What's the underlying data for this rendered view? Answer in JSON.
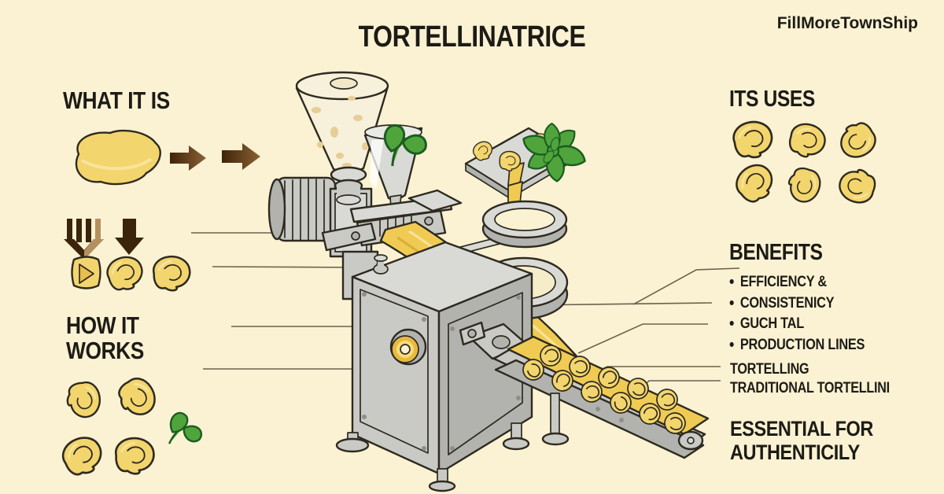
{
  "page": {
    "title": "TORTELLINATRICE",
    "watermark": "FillMoreTownShip"
  },
  "sections": {
    "what_it_is": {
      "heading": "WHAT IT IS"
    },
    "how_it_works": {
      "line1": "HOW IT",
      "line2": "WORKS"
    },
    "its_uses": {
      "heading": "ITS USES"
    },
    "benefits": {
      "heading": "BENEFITS",
      "items": [
        "EFFICIENCY &",
        "CONSISTENICY",
        "GUCH TAL",
        "PRODUCTION LINES"
      ]
    },
    "conveyor_label": {
      "line1": "TORTELLING",
      "line2": "TRADITIONAL TORTELLINI"
    },
    "essential": {
      "line1": "ESSENTIAL FOR",
      "line2": "AUTHENTICILY"
    }
  },
  "icons": {
    "arrow-right": "block arrow ➔",
    "arrow-down": "block arrow ⬇",
    "press-comb": "dough press comb",
    "dough": "pasta dough sheet",
    "ravioli": "folded ravioli",
    "tortellini": "tortellini",
    "basil": "basil sprig",
    "pasta-ring": "metal forming ring"
  },
  "colors": {
    "background": "#FAF2D3",
    "text": "#1D1B16",
    "pasta_yellow": "#F0CB53",
    "machine_gray": "#C9CAC6",
    "basil_green": "#4FA53C",
    "arrow_brown": "#3A240C",
    "callout_line": "#6E614E"
  }
}
